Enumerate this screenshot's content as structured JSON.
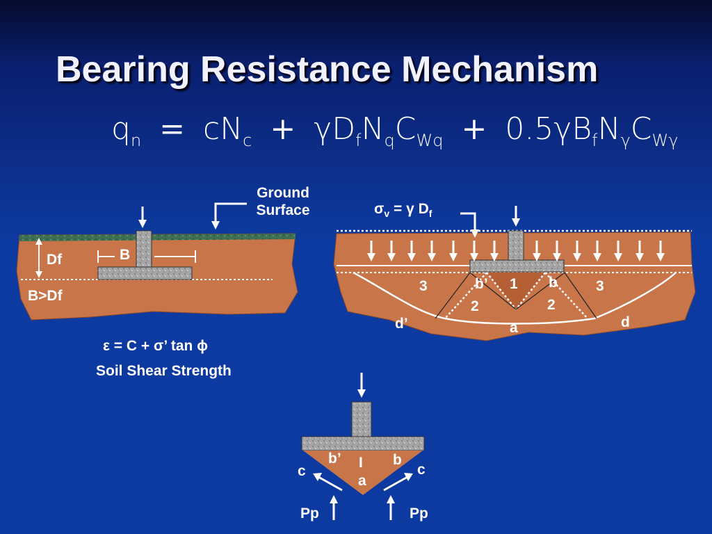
{
  "title": "Bearing Resistance Mechanism",
  "formula": {
    "q": "q",
    "q_sub": "n",
    "eq": "=",
    "t1": "cN",
    "t1_sub": "c",
    "plus1": "+",
    "t2_a": "γD",
    "t2_a_sub": "f",
    "t2_b": "N",
    "t2_b_sub": "q",
    "t2_c": "C",
    "t2_c_sub": "Wq",
    "plus2": "+",
    "t3_a": "0.5γB",
    "t3_a_sub": "f",
    "t3_b": "N",
    "t3_b_sub": "γ",
    "t3_c": "C",
    "t3_c_sub": "Wγ"
  },
  "left_diagram": {
    "ground_surface_line1": "Ground",
    "ground_surface_line2": "Surface",
    "df_label": "Df",
    "b_label": "B",
    "condition": "B>Df"
  },
  "right_diagram": {
    "sigma_label": "σ",
    "sigma_sub": "v",
    "sigma_eq": " = γ D",
    "sigma_eq_sub": "f",
    "zones": [
      "3",
      "b’",
      "1",
      "b",
      "3",
      "2",
      "2",
      "d’",
      "a",
      "d"
    ]
  },
  "shear": {
    "equation": "ε = C + σ’ tan ϕ",
    "caption": "Soil Shear Strength"
  },
  "bottom_diagram": {
    "b_prime": "b’",
    "roman_one": "I",
    "b": "b",
    "a": "a",
    "c_left": "c",
    "c_right": "c",
    "pp_left": "Pp",
    "pp_right": "Pp"
  },
  "colors": {
    "soil": "#c8754a",
    "soil_dark": "#b55f35",
    "footing": "#a8a8a8",
    "grass": "#3d6f52"
  }
}
